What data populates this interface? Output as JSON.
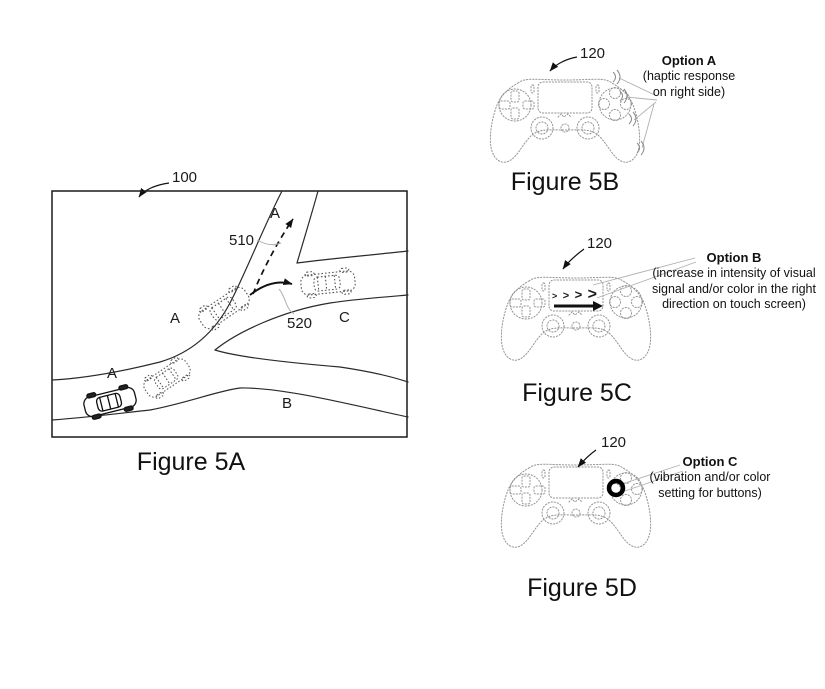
{
  "colors": {
    "ink": "#1a1a1a",
    "sketch_gray": "#949494",
    "leader_gray": "#b0b0b0",
    "highlight_ring": "#000000"
  },
  "figure5a": {
    "caption": "Figure 5A",
    "ref_label": "100",
    "labels": {
      "branch_top": "A",
      "route_dashed": "510",
      "branch_mid": "A",
      "route_solid": "520",
      "branch_c": "C",
      "branch_left": "A",
      "branch_b": "B"
    }
  },
  "figure5b": {
    "caption": "Figure 5B",
    "ref_label": "120",
    "option": {
      "title": "Option A",
      "lines": [
        "(haptic response",
        "on right side)"
      ]
    }
  },
  "figure5c": {
    "caption": "Figure 5C",
    "ref_label": "120",
    "option": {
      "title": "Option B",
      "lines": [
        "(increase in intensity of visual",
        "signal and/or color in the right",
        "direction on touch screen)"
      ]
    },
    "touchpad": {
      "chevrons": [
        ">",
        ">",
        ">",
        ">"
      ]
    }
  },
  "figure5d": {
    "caption": "Figure 5D",
    "ref_label": "120",
    "option": {
      "title": "Option C",
      "lines": [
        "(vibration and/or color",
        "setting for buttons)"
      ]
    }
  }
}
